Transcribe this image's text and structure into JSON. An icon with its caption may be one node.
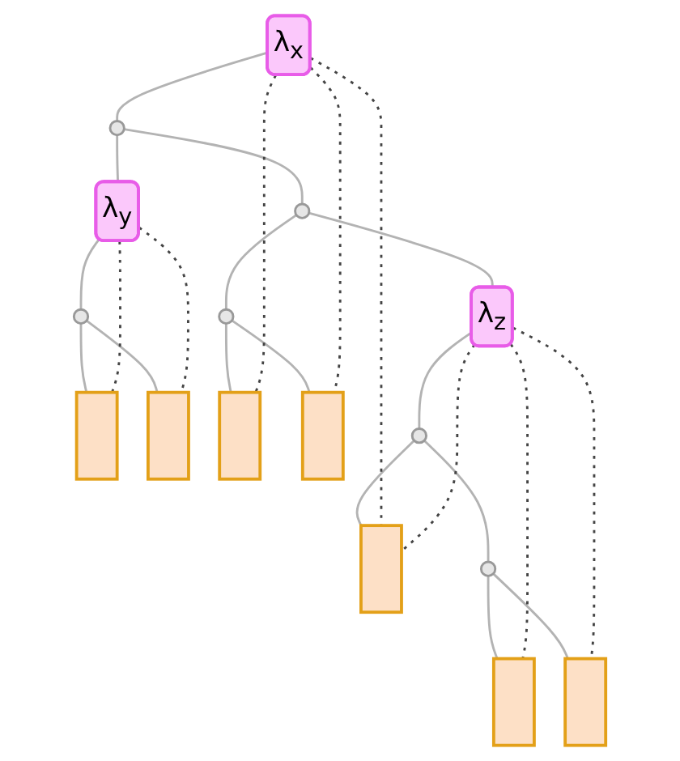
{
  "diagram": {
    "nodes": [
      {
        "text": [
          "λ$_{x}$"
        ]
      },
      {
        "text": [],
        "shape": "circle"
      },
      {
        "text": [
          "λ$_{y}$"
        ]
      },
      {
        "text": [],
        "shape": "circle"
      },
      {
        "text": [],
        "shape": "circle"
      },
      {
        "text": [],
        "shape": "box"
      },
      {
        "text": [],
        "shape": "box"
      },
      {
        "text": [],
        "shape": "circle"
      },
      {
        "text": [
          "λ$_{z}$"
        ]
      },
      {
        "text": [],
        "shape": "box"
      },
      {
        "text": [],
        "shape": "box"
      },
      {
        "text": [],
        "shape": "circle"
      },
      {
        "text": [],
        "shape": "box"
      },
      {
        "text": [],
        "shape": "circle"
      },
      {
        "text": [],
        "shape": "box"
      },
      {
        "text": [],
        "shape": "box"
      }
    ],
    "edges": [
      {
        "from": 0,
        "to": 1,
        "arrow": "none"
      },
      {
        "from": 1,
        "to": 2,
        "arrow": "none"
      },
      {
        "from": 1,
        "to": 3,
        "arrow": "none"
      },
      {
        "from": 2,
        "to": 4,
        "arrow": "none"
      },
      {
        "from": 4,
        "to": 5,
        "arrow": "none"
      },
      {
        "from": 4,
        "to": 6,
        "arrow": "none"
      },
      {
        "from": 3,
        "to": 7,
        "arrow": "none"
      },
      {
        "from": 3,
        "to": 8,
        "arrow": "none"
      },
      {
        "from": 7,
        "to": 9,
        "arrow": "none"
      },
      {
        "from": 7,
        "to": 10,
        "arrow": "none"
      },
      {
        "from": 8,
        "to": 11,
        "arrow": "none"
      },
      {
        "from": 11,
        "to": 12,
        "arrow": "none"
      },
      {
        "from": 11,
        "to": 13,
        "arrow": "none"
      },
      {
        "from": 13,
        "to": 14,
        "arrow": "none"
      },
      {
        "from": 13,
        "to": 15,
        "arrow": "none"
      },
      {
        "from": 2,
        "to": 5,
        "arrow": "none",
        "style": "dashed",
        "color": "#444444"
      },
      {
        "from": 2,
        "to": 6,
        "arrow": "none",
        "style": "dashed",
        "color": "#444444"
      },
      {
        "from": 0,
        "to": 9,
        "arrow": "none",
        "style": "dashed",
        "color": "#444444"
      },
      {
        "from": 0,
        "to": 10,
        "arrow": "none",
        "style": "dashed",
        "color": "#444444"
      },
      {
        "from": 0,
        "to": 12,
        "arrow": "none",
        "style": "dashed",
        "color": "#444444"
      },
      {
        "from": 8,
        "to": 12,
        "arrow": "none",
        "style": "dashed",
        "color": "#444444"
      },
      {
        "from": 8,
        "to": 14,
        "arrow": "none",
        "style": "dashed",
        "color": "#444444"
      },
      {
        "from": 8,
        "to": 15,
        "arrow": "none",
        "style": "dashed",
        "color": "#444444"
      }
    ]
  }
}
